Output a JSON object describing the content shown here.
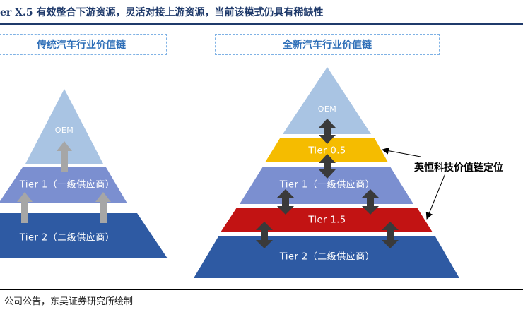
{
  "header": {
    "title": "er X.5 有效整合下游资源，灵活对接上游资源，当前该模式仍具有稀缺性"
  },
  "left_panel": {
    "heading": "传统汽车行业价值链",
    "tiers": [
      {
        "label": "OEM"
      },
      {
        "label": "Tier 1（一级供应商）"
      },
      {
        "label": "Tier 2（二级供应商）"
      }
    ]
  },
  "right_panel": {
    "heading": "全新汽车行业价值链",
    "tiers": [
      {
        "label": "OEM"
      },
      {
        "label": "Tier 0.5"
      },
      {
        "label": "Tier 1（一级供应商）"
      },
      {
        "label": "Tier 1.5"
      },
      {
        "label": "Tier 2（二级供应商）"
      }
    ],
    "callout": "英恒科技价值链定位"
  },
  "footer": {
    "source": "公司公告，东吴证券研究所绘制"
  },
  "colors": {
    "oem": "#a9c4e3",
    "tier1": "#7b8fd0",
    "tier2": "#2e5aa3",
    "tier05": "#f5bc00",
    "tier15": "#c21313",
    "arrow_up": "#a6a6a6",
    "arrow_double": "#3a3a3a",
    "dashed_border": "#7fb2e5"
  }
}
